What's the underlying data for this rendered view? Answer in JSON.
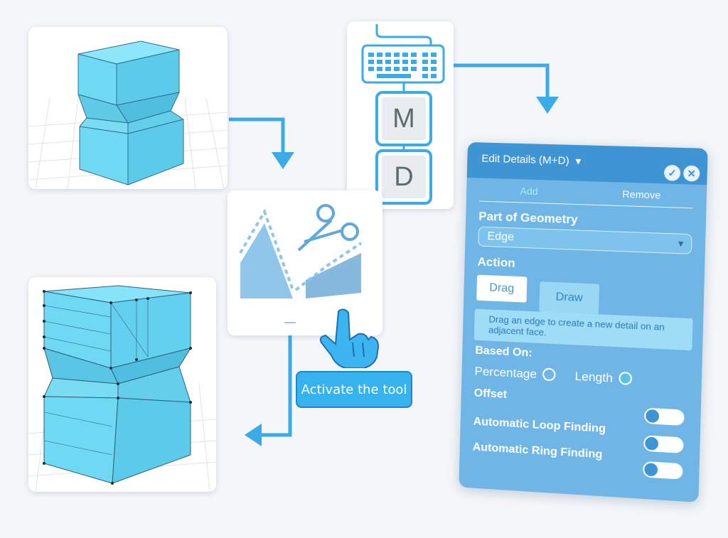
{
  "shortcut": {
    "key1": "M",
    "key2": "D"
  },
  "activate_button": {
    "label": "Activate the tool"
  },
  "panel": {
    "title": "Edit Details (M+D)",
    "title_arrow": "▼",
    "confirm_icon": "✓",
    "close_icon": "✕",
    "tabs": {
      "add": "Add",
      "remove": "Remove"
    },
    "part_of_geometry_label": "Part of Geometry",
    "part_of_geometry_value": "Edge",
    "select_chevron": "▼",
    "action_label": "Action",
    "drag_label": "Drag",
    "draw_label": "Draw",
    "hint_text": "Drag an edge to create a new detail on an adjacent face.",
    "based_on_label": "Based On:",
    "percentage_label": "Percentage",
    "length_label": "Length",
    "offset_label": "Offset",
    "loop_label": "Automatic Loop Finding",
    "ring_label": "Automatic Ring Finding"
  },
  "colors": {
    "accent": "#36b3ee",
    "panel": "#6fb5e6",
    "panel_header": "#3f95d3",
    "model": "#6fdcf7",
    "arrow": "#3aaae8"
  }
}
